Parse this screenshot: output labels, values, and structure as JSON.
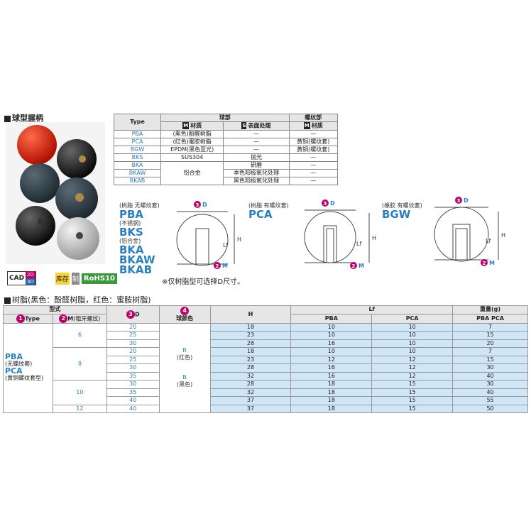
{
  "section1_title": "球型握柄",
  "spec_table": {
    "type_header": "Type",
    "ball_header": "球部",
    "thread_header": "螺纹部",
    "material_header": "材质",
    "material_badge": "M",
    "surface_badge": "S",
    "surface_header": "表面处理",
    "rows": [
      {
        "type": "PBA",
        "ball_mat": "(黑色)酚醛树脂",
        "surface": "—",
        "thread": "—"
      },
      {
        "type": "PCA",
        "ball_mat": "(红色)蜜胺树脂",
        "surface": "—",
        "thread": "黄铜(螺纹套)"
      },
      {
        "type": "BGW",
        "ball_mat": "EPDM(黑色亚光)",
        "surface": "—",
        "thread": "黄铜(螺纹套)"
      },
      {
        "type": "BKS",
        "ball_mat": "SUS304",
        "surface": "抛光",
        "thread": "—"
      },
      {
        "type": "BKA",
        "ball_mat": "",
        "surface": "研磨",
        "thread": "—"
      },
      {
        "type": "BKAW",
        "ball_mat": "铝合金",
        "surface": "本色阳极氧化处理",
        "thread": "—"
      },
      {
        "type": "BKAB",
        "ball_mat": "",
        "surface": "黑色阳极氧化处理",
        "thread": "—"
      }
    ]
  },
  "badges": {
    "cad": "CAD",
    "cad2d": "2D",
    "cad3d": "3D",
    "stock": "库存",
    "made": "制",
    "rohs": "RoHS10"
  },
  "diagrams": {
    "d1_note": "(树脂 无螺纹套)",
    "d1_name": "PBA",
    "d1_note2": "(不锈钢)",
    "d1_name2": "BKS",
    "d1_note3": "(铝合金)",
    "d1_name3": "BKA",
    "d1_name4": "BKAW",
    "d1_name5": "BKAB",
    "d2_note": "(树脂 有螺纹套)",
    "d2_name": "PCA",
    "d3_note": "(橡胶 有螺纹套)",
    "d3_name": "BGW",
    "label_d": "D",
    "label_m": "M",
    "label_h": "H",
    "label_lf": "Lf",
    "num_d": "3",
    "num_m": "2",
    "footnote": "※仅树脂型可选择D尺寸。"
  },
  "section2_title": "树脂(黑色：酚醛树脂，红色：蜜胺树脂)",
  "main_table": {
    "h_model": "型式",
    "h_type_num": "1",
    "h_type": "Type",
    "h_m_num": "2",
    "h_m": "M",
    "h_m_note": "(粗牙螺纹)",
    "h_d_num": "3",
    "h_d": "D",
    "h_color_num": "4",
    "h_color": "球颜色",
    "h_h": "H",
    "h_lf": "Lf",
    "h_pba": "PBA",
    "h_pca": "PCA",
    "h_weight": "重量(g)",
    "h_weight_sub": "PBA PCA",
    "type_pba": "PBA",
    "type_pba_note": "(无螺纹套)",
    "type_pca": "PCA",
    "type_pca_note": "(黄铜螺纹套型)",
    "color_r": "R",
    "color_r_note": "(红色)",
    "color_b": "B",
    "color_b_note": "(黑色)",
    "m_groups": [
      "6",
      "8",
      "10",
      "12"
    ],
    "rows": [
      {
        "d": "20",
        "h": "18",
        "pba": "10",
        "pca": "10",
        "w": "7"
      },
      {
        "d": "25",
        "h": "23",
        "pba": "10",
        "pca": "10",
        "w": "15"
      },
      {
        "d": "30",
        "h": "28",
        "pba": "16",
        "pca": "10",
        "w": "20"
      },
      {
        "d": "20",
        "h": "18",
        "pba": "10",
        "pca": "10",
        "w": "7"
      },
      {
        "d": "25",
        "h": "23",
        "pba": "12",
        "pca": "12",
        "w": "15"
      },
      {
        "d": "30",
        "h": "28",
        "pba": "16",
        "pca": "12",
        "w": "30"
      },
      {
        "d": "35",
        "h": "32",
        "pba": "16",
        "pca": "12",
        "w": "40"
      },
      {
        "d": "30",
        "h": "28",
        "pba": "18",
        "pca": "15",
        "w": "30"
      },
      {
        "d": "35",
        "h": "32",
        "pba": "18",
        "pca": "15",
        "w": "40"
      },
      {
        "d": "40",
        "h": "37",
        "pba": "18",
        "pca": "15",
        "w": "55"
      },
      {
        "d": "40",
        "h": "37",
        "pba": "18",
        "pca": "15",
        "w": "50"
      }
    ]
  }
}
